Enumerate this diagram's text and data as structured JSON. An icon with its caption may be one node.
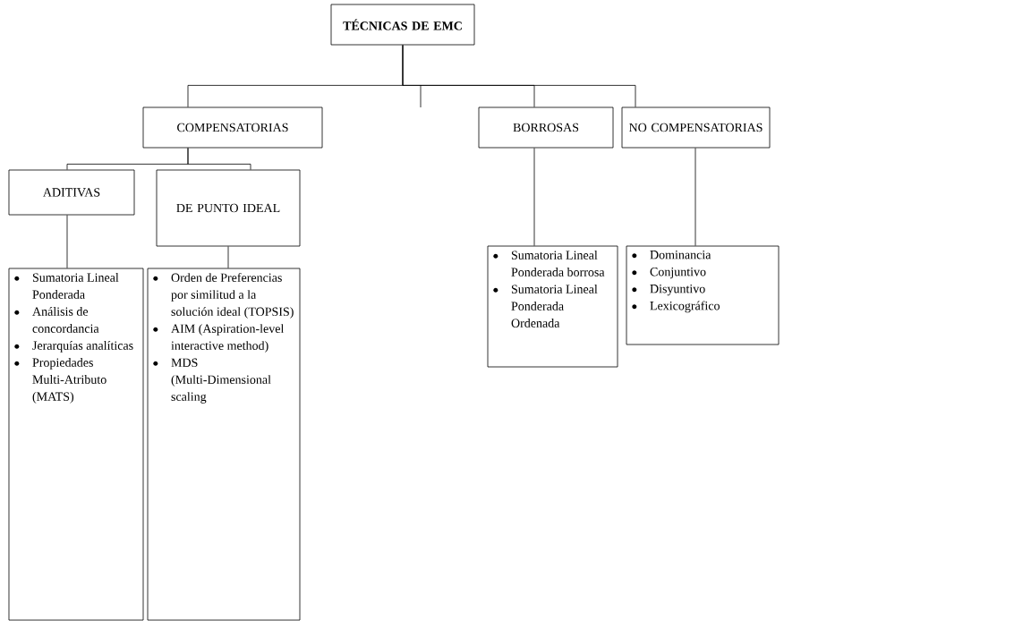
{
  "diagram": {
    "nodes": [
      {
        "text": [
          "TÉCNICAS DE EMC"
        ]
      },
      {
        "text": [
          "COMPENSATORIAS"
        ]
      },
      {
        "text": [
          "BORROSAS"
        ]
      },
      {
        "text": [
          "NO COMPENSATORIAS"
        ]
      },
      {
        "text": [
          "ADITIVAS"
        ]
      },
      {
        "text": [
          "DE PUNTO IDEAL"
        ]
      },
      {
        "text": [
          "Sumatoria Lineal Ponderada",
          "Análisis de concordancia",
          "Jerarquías analíticas",
          "Propiedades Multi-Atributo (MATS)"
        ]
      },
      {
        "text": [
          "Orden de Preferencias por similitud a la solución ideal (TOPSIS)",
          "AIM (Aspiration-level interactive method)",
          "MDS (Multi-Dimensional scaling"
        ]
      },
      {
        "text": [
          "Sumatoria Lineal Ponderada borrosa",
          "Sumatoria Lineal Ponderada Ordenada"
        ]
      },
      {
        "text": [
          "Dominancia",
          "Conjuntivo",
          "Disyuntivo",
          "Lexicográfico"
        ]
      }
    ],
    "edges": [
      {
        "from": 0,
        "to": 1,
        "arrow": "none"
      },
      {
        "from": 0,
        "to": 2,
        "arrow": "none"
      },
      {
        "from": 0,
        "to": 3,
        "arrow": "none"
      },
      {
        "from": 1,
        "to": 4,
        "arrow": "none"
      },
      {
        "from": 1,
        "to": 5,
        "arrow": "none"
      },
      {
        "from": 4,
        "to": 6,
        "arrow": "none"
      },
      {
        "from": 5,
        "to": 7,
        "arrow": "none"
      },
      {
        "from": 2,
        "to": 8,
        "arrow": "none"
      },
      {
        "from": 3,
        "to": 9,
        "arrow": "none"
      }
    ]
  }
}
